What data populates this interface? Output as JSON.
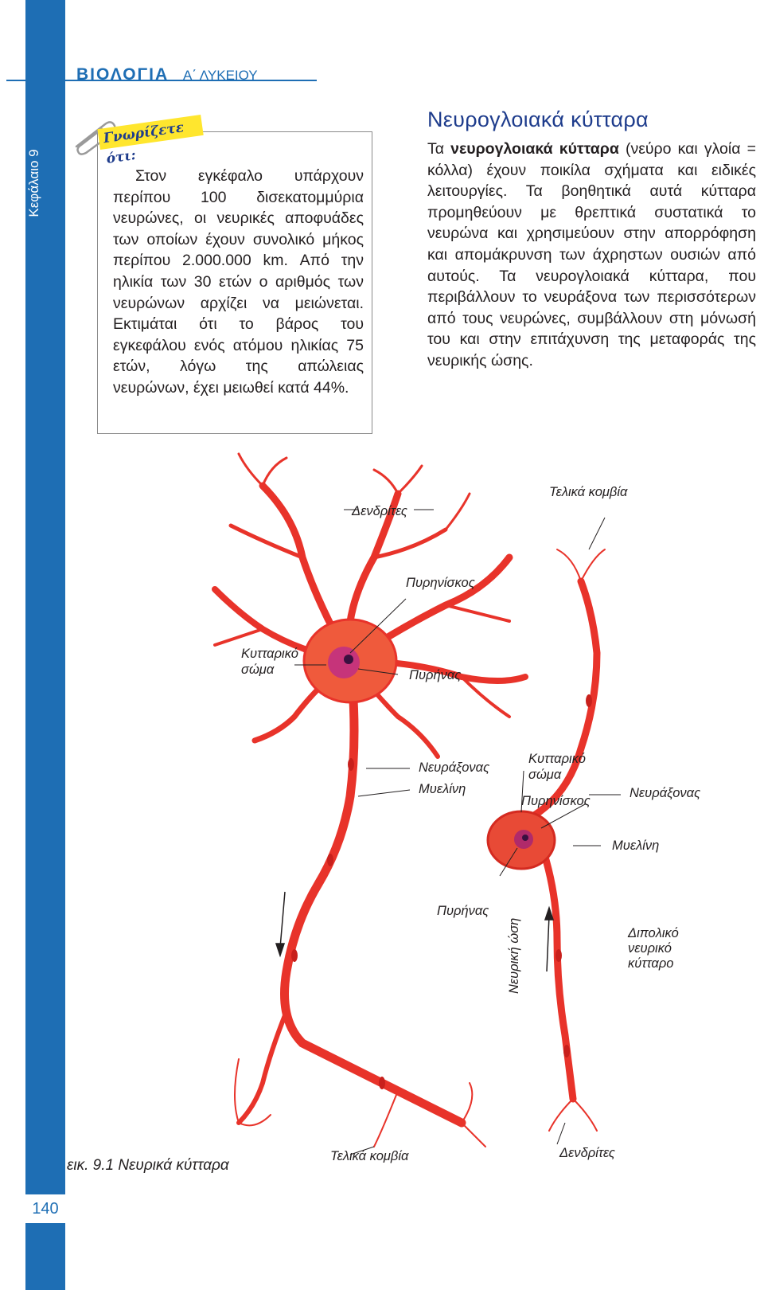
{
  "header": {
    "subject": "ΒΙΟΛΟΓΙΑ",
    "grade": "Α΄ ΛΥΚΕΙΟΥ"
  },
  "chapter": "Κεφάλαιο 9",
  "did_you_know": {
    "title": "Γνωρίζετε ότι:",
    "text": "Στον εγκέφαλο υπάρχουν περίπου 100 δισεκατομμύρια νευρώνες, οι νευρικές αποφυάδες των οποίων έχουν συνολικό μήκος περίπου 2.000.000 km. Από την ηλικία των 30 ετών ο αριθμός των νευρώνων αρχίζει να μειώνεται. Εκτιμάται ότι το βάρος του εγκεφάλου ενός ατόμου ηλικίας 75 ετών, λόγω της απώλειας νευρώνων, έχει μειωθεί κατά 44%."
  },
  "section": {
    "title": "Νευρογλοιακά κύτταρα",
    "lead": "Τα ",
    "bold": "νευρογλοιακά κύτταρα",
    "rest": " (νεύρο και γλοία = κόλλα) έχουν ποικίλα σχήματα και ειδικές λειτουργίες. Τα βοηθητικά αυτά κύτταρα προμηθεύουν με θρεπτικά συστατικά το νευρώνα και χρησιμεύουν στην απορρόφηση και απομάκρυνση των άχρηστων ουσιών από αυτούς. Τα νευρογλοιακά κύτταρα, που περιβάλλουν το νευράξονα των περισσότερων από τους νευρώνες, συμβάλλουν στη μόνωσή του και στην επιτάχυνση της μεταφοράς της νευρικής ώσης."
  },
  "figure": {
    "labels": {
      "dendrites_top": "Δενδρίτες",
      "terminal_top": "Τελικά κομβία",
      "nucleolus_left": "Πυρηνίσκος",
      "cell_body_left_1": "Κυτταρικό",
      "cell_body_left_2": "σώμα",
      "nucleus_left": "Πυρήνας",
      "axon_left": "Νευράξονας",
      "myelin_left": "Μυελίνη",
      "cell_body_right_1": "Κυτταρικό",
      "cell_body_right_2": "σώμα",
      "nucleolus_right": "Πυρηνίσκος",
      "axon_right": "Νευράξονας",
      "myelin_right": "Μυελίνη",
      "nucleus_right": "Πυρήνας",
      "nerve_impulse": "Νευρική ώση",
      "bipolar_1": "Διπολικό",
      "bipolar_2": "νευρικό",
      "bipolar_3": "κύτταρο",
      "terminal_bottom": "Τελικά κομβία",
      "dendrites_bottom": "Δενδρίτες"
    },
    "caption": "εικ. 9.1 Νευρικά κύτταρα"
  },
  "page_number": "140",
  "colors": {
    "accent_blue": "#1e6eb4",
    "title_blue": "#1e3c8c",
    "neuron_red": "#e8332a",
    "note_yellow": "#ffe62e"
  }
}
